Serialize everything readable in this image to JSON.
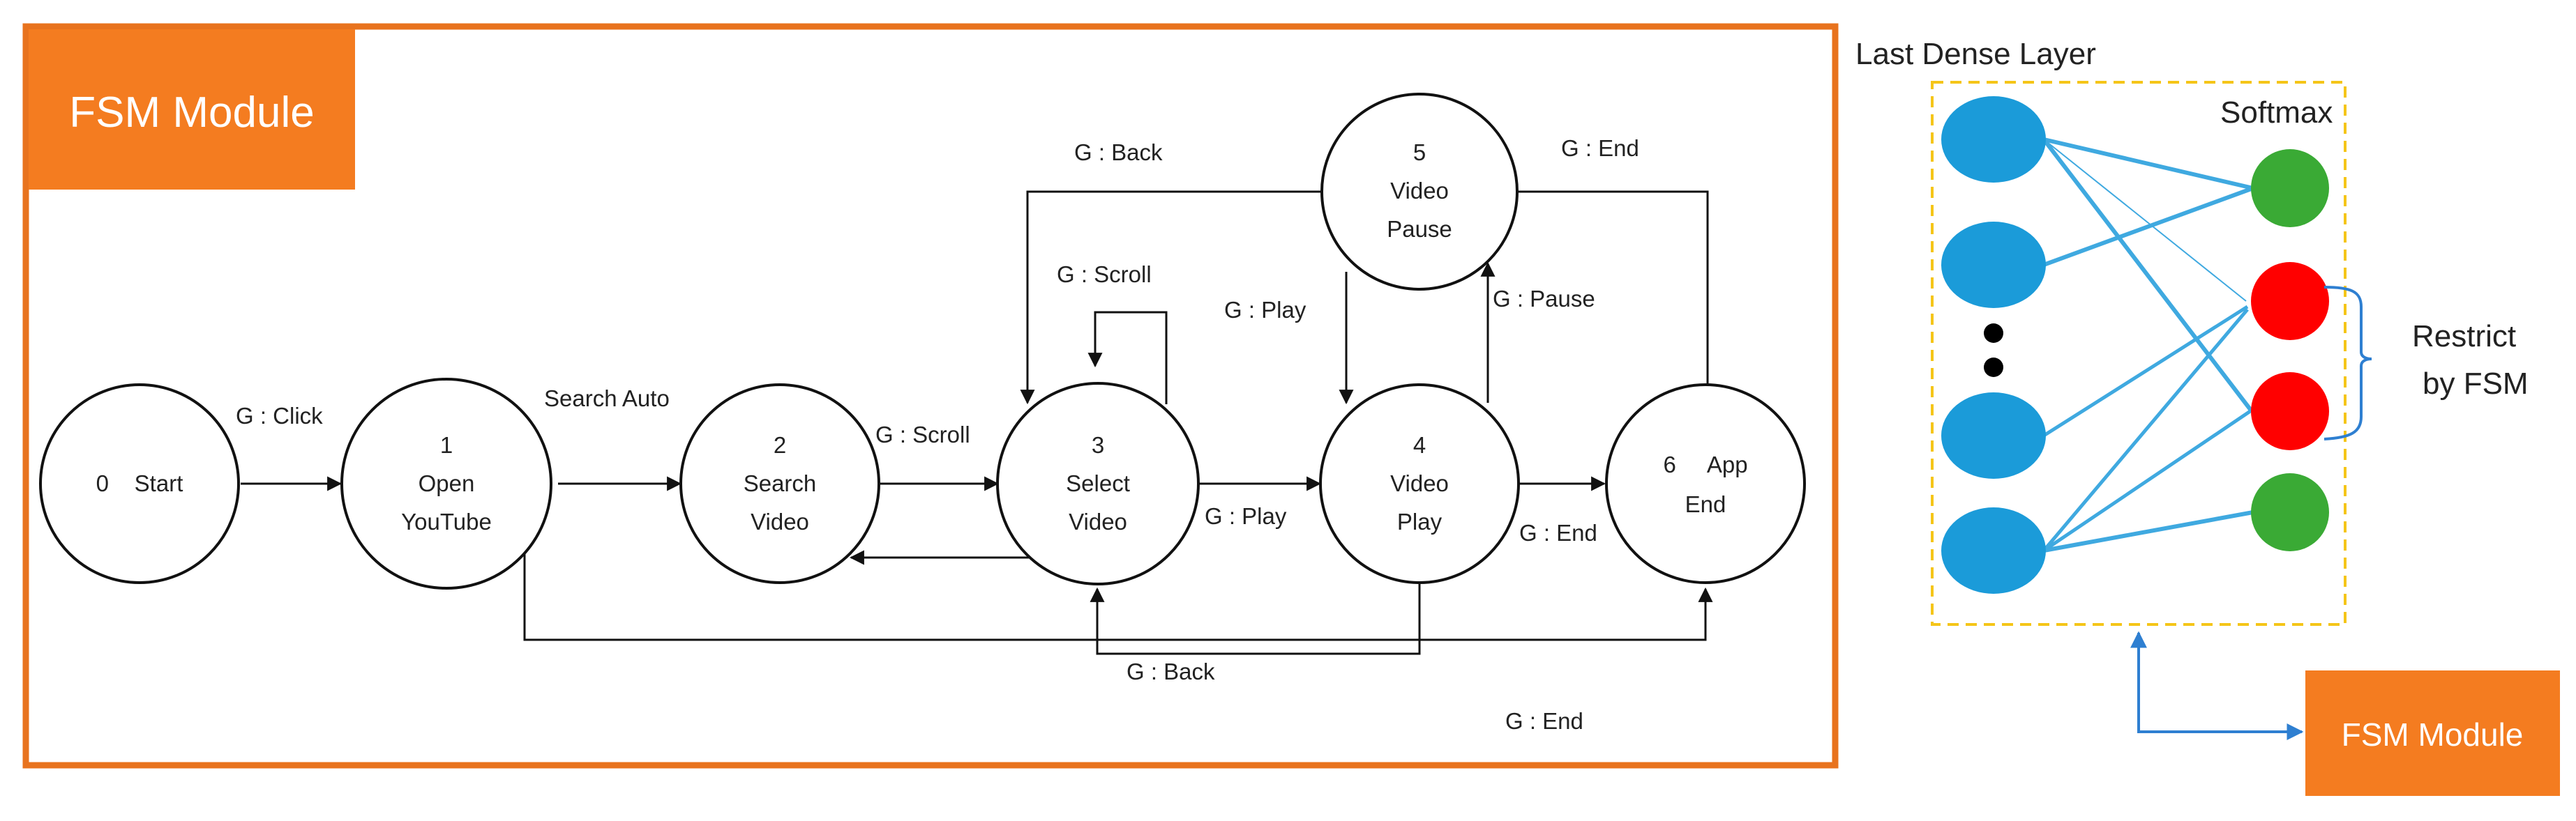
{
  "fsm_panel": {
    "title": "FSM Module",
    "border_color": "#e8731e",
    "fill_color": "#f47c20"
  },
  "states": [
    {
      "id": "0",
      "lines": [
        "0    Start"
      ]
    },
    {
      "id": "1",
      "lines": [
        "1",
        "Open",
        "YouTube"
      ]
    },
    {
      "id": "2",
      "lines": [
        "2",
        "Search",
        "Video"
      ]
    },
    {
      "id": "3",
      "lines": [
        "3",
        "Select",
        "Video"
      ]
    },
    {
      "id": "4",
      "lines": [
        "4",
        "Video",
        "Play"
      ]
    },
    {
      "id": "5",
      "lines": [
        "5",
        "Video",
        "Pause"
      ]
    },
    {
      "id": "6",
      "lines": [
        "6     App",
        "End"
      ]
    }
  ],
  "edge_labels": {
    "click": "G : Click",
    "search_auto": "Search Auto",
    "scroll_2_3": "G : Scroll",
    "scroll_loop": "G : Scroll",
    "back_top": "G : Back",
    "end_top": "G : End",
    "play_5_4": "G : Play",
    "pause": "G : Pause",
    "play_3_4": "G : Play",
    "end_4_6": "G : End",
    "back_bottom": "G : Back",
    "end_bottom": "G : End"
  },
  "network": {
    "dense_label": "Last Dense Layer",
    "softmax_label": "Softmax",
    "restrict_label": [
      "Restrict",
      "by FSM"
    ],
    "module_label": "FSM Module",
    "colors": {
      "dense_node": "#1b9bd9",
      "allowed_node": "#3aaa35",
      "restricted_node": "#ff0000",
      "connection": "#3fa9e0",
      "dashed_box": "#f5c518",
      "module_fill": "#f47c20"
    }
  }
}
